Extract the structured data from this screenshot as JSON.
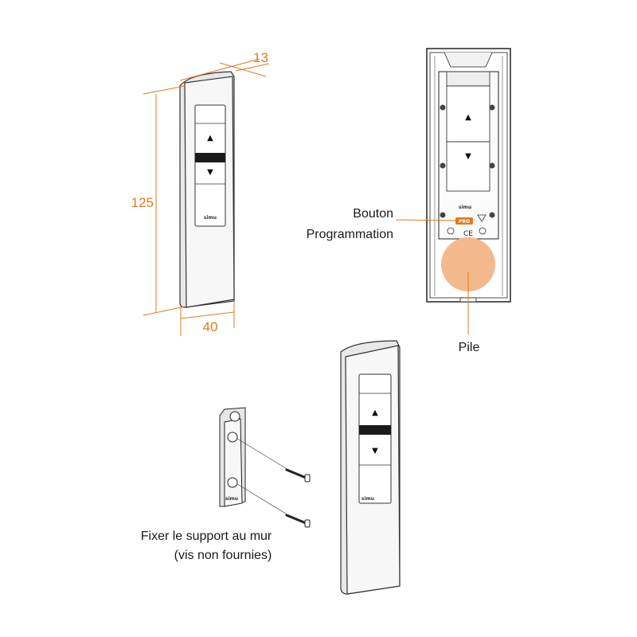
{
  "dimensions": {
    "depth": "13",
    "height": "125",
    "width": "40"
  },
  "labels": {
    "bouton_line1": "Bouton",
    "bouton_line2": "Programmation",
    "pile": "Pile",
    "fixer_line1": "Fixer le support au mur",
    "fixer_line2": "(vis non fournies)"
  },
  "device": {
    "brand": "simu",
    "up_symbol": "▲",
    "down_symbol": "▼",
    "pro_label": "PRO"
  },
  "colors": {
    "accent": "#e07a1f",
    "battery": "#f3b98d",
    "stop_bar": "#1a1a1a"
  }
}
